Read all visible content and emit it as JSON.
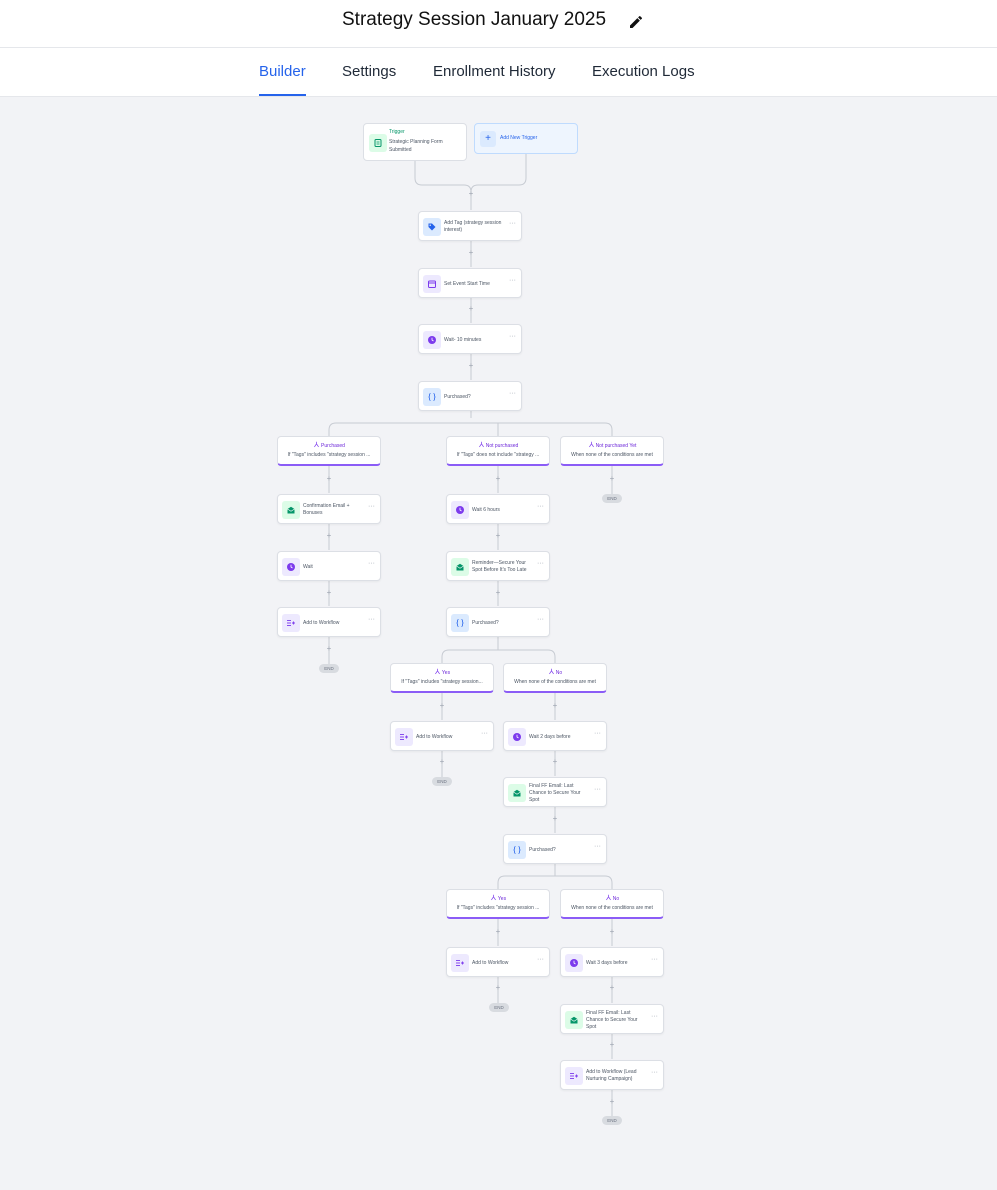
{
  "header": {
    "title": "Strategy Session January 2025"
  },
  "tabs": [
    {
      "label": "Builder"
    },
    {
      "label": "Settings"
    },
    {
      "label": "Enrollment History"
    },
    {
      "label": "Execution Logs"
    }
  ],
  "trigger": {
    "type_label": "Trigger",
    "name": "Strategic Planning Form Submitted",
    "add_label": "Add New Trigger"
  },
  "actions": [
    {
      "id": "a1",
      "label": "Add Tag (strategy session interest)",
      "icon": "tag-icon"
    },
    {
      "id": "a2",
      "label": "Set Event Start Time",
      "icon": "calendar-icon"
    },
    {
      "id": "a3",
      "label": "Wait- 10 minutes",
      "icon": "clock-icon"
    },
    {
      "id": "a4",
      "label": "Purchased?",
      "icon": "braces-icon"
    },
    {
      "id": "a5",
      "label": "Confirmation Email + Bonuses",
      "icon": "mail-icon"
    },
    {
      "id": "a6",
      "label": "Wait",
      "icon": "clock-icon"
    },
    {
      "id": "a7",
      "label": "Add to Workflow",
      "icon": "workflow-icon"
    },
    {
      "id": "a8",
      "label": "Wait 6 hours",
      "icon": "clock-icon"
    },
    {
      "id": "a9",
      "label": "Reminder—Secure Your Spot Before It's Too Late",
      "icon": "mail-icon"
    },
    {
      "id": "a10",
      "label": "Purchased?",
      "icon": "braces-icon"
    },
    {
      "id": "a11",
      "label": "Add to Workflow",
      "icon": "workflow-icon"
    },
    {
      "id": "a12",
      "label": "Wait 2 days before",
      "icon": "clock-icon"
    },
    {
      "id": "a13",
      "label": "Final FF Email: Last Chance to Secure Your Spot",
      "icon": "mail-icon"
    },
    {
      "id": "a14",
      "label": "Purchased?",
      "icon": "braces-icon"
    },
    {
      "id": "a15",
      "label": "Add to Workflow",
      "icon": "workflow-icon"
    },
    {
      "id": "a16",
      "label": "Wait 3 days before",
      "icon": "clock-icon"
    },
    {
      "id": "a17",
      "label": "Final FF Email: Last Chance to Secure Your Spot",
      "icon": "mail-icon"
    },
    {
      "id": "a18",
      "label": "Add to Workflow (Lead Nurturing Campaign)",
      "icon": "workflow-icon"
    }
  ],
  "branches": [
    {
      "id": "b1",
      "title": "Purchased",
      "subtitle": "If \"Tags\" includes \"strategy session ..."
    },
    {
      "id": "b2",
      "title": "Not purchased",
      "subtitle": "If \"Tags\" does not include \"strategy ..."
    },
    {
      "id": "b3",
      "title": "Not purchased Yet",
      "subtitle": "When none of the conditions are met"
    },
    {
      "id": "b4",
      "title": "Yes",
      "subtitle": "If \"Tags\" includes \"strategy session..."
    },
    {
      "id": "b5",
      "title": "No",
      "subtitle": "When none of the conditions are met"
    },
    {
      "id": "b6",
      "title": "Yes",
      "subtitle": "If \"Tags\" includes \"strategy session ..."
    },
    {
      "id": "b7",
      "title": "No",
      "subtitle": "When none of the conditions are met"
    }
  ],
  "end_label": "END",
  "more_label": "···",
  "plus_label": "+",
  "colors": {
    "accent": "#2563eb",
    "branch": "#8b5cf6",
    "email": "#059669"
  }
}
